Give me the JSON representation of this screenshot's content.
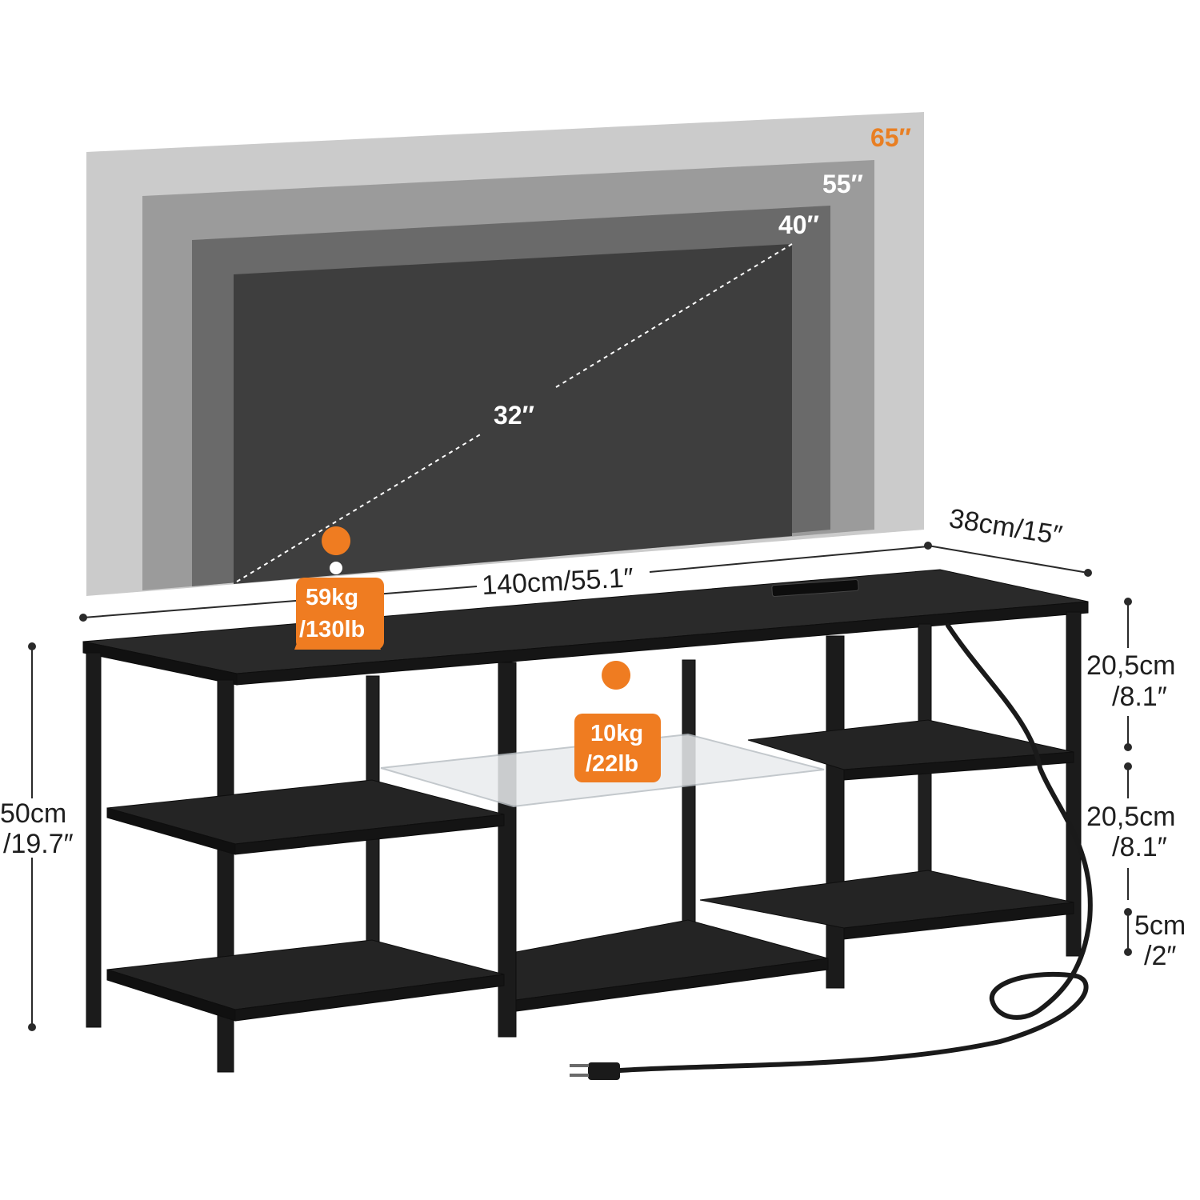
{
  "tv_sizes": [
    {
      "label": "65″",
      "color": "#e97f23"
    },
    {
      "label": "55″",
      "color": "#ffffff"
    },
    {
      "label": "40″",
      "color": "#ffffff"
    },
    {
      "label": "32″",
      "color": "#ffffff"
    }
  ],
  "dimensions": {
    "width": "140cm/55.1″",
    "depth": "38cm/15″",
    "height_line1": "50cm",
    "height_line2": "/19.7″",
    "upper_gap_line1": "20,5cm",
    "upper_gap_line2": "/8.1″",
    "lower_gap_line1": "20,5cm",
    "lower_gap_line2": "/8.1″",
    "clearance_line1": "5cm",
    "clearance_line2": "/2″"
  },
  "loads": {
    "top_line1": "59kg",
    "top_line2": "/130lb",
    "glass_line1": "10kg",
    "glass_line2": "/22lb"
  },
  "colors": {
    "badge": "#ef7c21",
    "stand": "#1b1b1b",
    "text": "#1e1e1e"
  }
}
